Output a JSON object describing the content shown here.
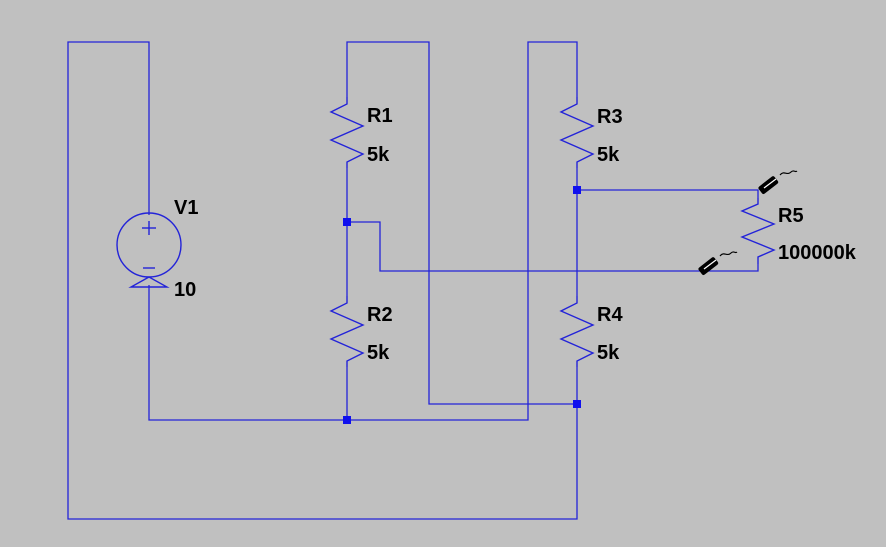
{
  "schematic": {
    "components": {
      "V1": {
        "name": "V1",
        "value": "10"
      },
      "R1": {
        "name": "R1",
        "value": "5k"
      },
      "R2": {
        "name": "R2",
        "value": "5k"
      },
      "R3": {
        "name": "R3",
        "value": "5k"
      },
      "R4": {
        "name": "R4",
        "value": "5k"
      },
      "R5": {
        "name": "R5",
        "value": "100000k"
      }
    },
    "colors": {
      "background": "#c0c0c0",
      "wire": "#2323d8",
      "junction": "#1010ee",
      "label": "#000000"
    },
    "icons": [
      "voltage-probe-icon",
      "voltage-probe-icon"
    ]
  }
}
